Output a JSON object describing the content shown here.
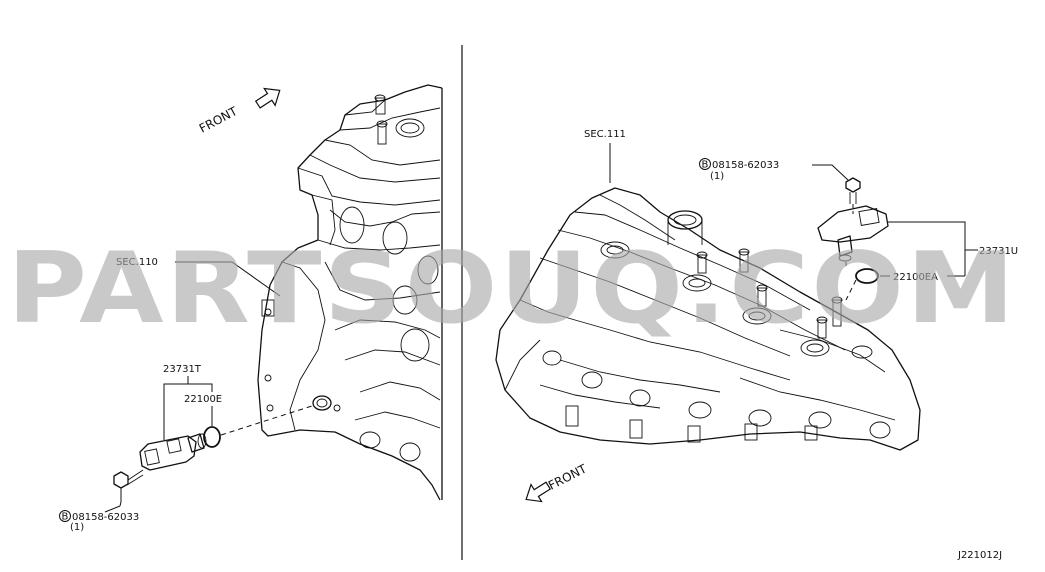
{
  "watermark": "PARTSOUQ.COM",
  "left_view": {
    "front_label": "FRONT",
    "section_label": "SEC.110",
    "sensor_part": "23731T",
    "oring_part": "22100E",
    "bolt_prefix": "B",
    "bolt_part": "08158-62033",
    "bolt_qty": "(1)"
  },
  "right_view": {
    "front_label": "FRONT",
    "section_label": "SEC.111",
    "bolt_prefix": "B",
    "bolt_part": "08158-62033",
    "bolt_qty": "(1)",
    "sensor_part": "23731U",
    "oring_part": "22100EA"
  },
  "diagram_code": "J221012J"
}
